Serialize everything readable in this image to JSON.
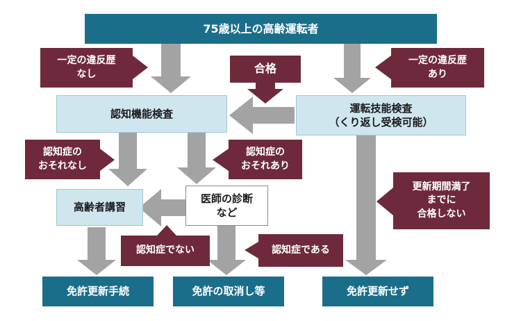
{
  "title": "75歳以上の高齢運転者",
  "steps": {
    "cognitive_test": "認知機能検査",
    "driving_test": [
      "運転技能検査",
      "（くり返し受検可能）"
    ],
    "lecture": "高齢者講習",
    "doctor": [
      "医師の診断",
      "など"
    ]
  },
  "outcomes": {
    "renewal": "免許更新手続",
    "revocation": "免許の取消し等",
    "no_renewal": "免許更新せず"
  },
  "conditions": {
    "no_violation": [
      "一定の違反歴",
      "なし"
    ],
    "with_violation": [
      "一定の違反歴",
      "あり"
    ],
    "pass": "合格",
    "no_dementia_risk": [
      "認知症の",
      "おそれなし"
    ],
    "dementia_risk": [
      "認知症の",
      "おそれあり"
    ],
    "expired_fail": [
      "更新期間満了",
      "までに",
      "合格しない"
    ],
    "not_dementia": "認知症でない",
    "is_dementia": "認知症である"
  },
  "colors": {
    "header_box": "#1b6e8a",
    "step_box": "#cfe6ee",
    "condition_tag": "#6e2a3a",
    "arrow": "#a3a3a3"
  }
}
